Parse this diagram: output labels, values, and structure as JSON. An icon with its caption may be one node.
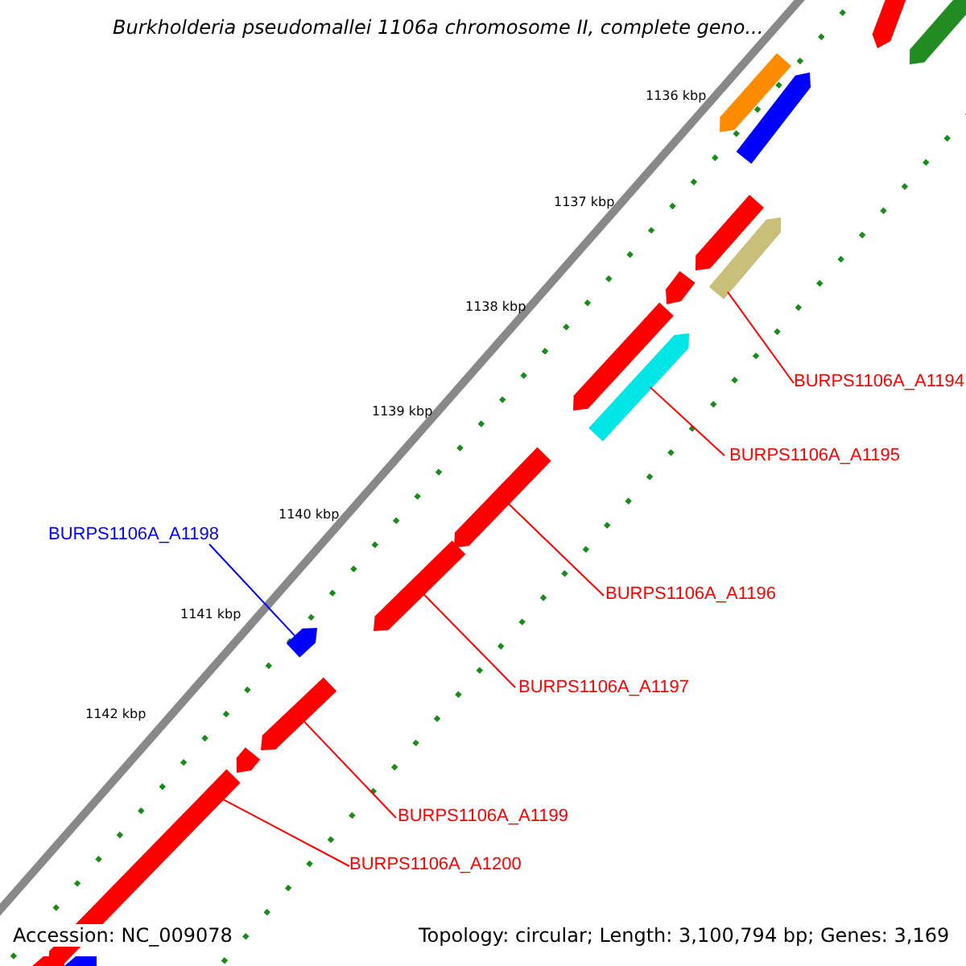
{
  "diagram": {
    "title": "Burkholderia pseudomallei 1106a chromosome II, complete geno...",
    "nodes": [
      {
        "text": [
          "BURPS1106A_A1194"
        ]
      },
      {
        "text": [
          "BURPS1106A_A1195"
        ]
      },
      {
        "text": [
          "BURPS1106A_A1196"
        ]
      },
      {
        "text": [
          "BURPS1106A_A1197"
        ]
      },
      {
        "text": [
          "BURPS1106A_A1198"
        ]
      },
      {
        "text": [
          "BURPS1106A_A1199"
        ]
      },
      {
        "text": [
          "BURPS1106A_A1200"
        ]
      },
      {
        "text": [],
        "shape": "arrow"
      },
      {
        "text": [],
        "shape": "arrow"
      },
      {
        "text": [],
        "shape": "arrow"
      },
      {
        "text": [],
        "shape": "arrow"
      },
      {
        "text": [],
        "shape": "arrow"
      },
      {
        "text": [],
        "shape": "arrow"
      },
      {
        "text": [],
        "shape": "arrow"
      }
    ],
    "edges": [
      {
        "from": 0,
        "to": 7,
        "arrow": "none"
      },
      {
        "from": 1,
        "to": 8,
        "arrow": "none"
      },
      {
        "from": 2,
        "to": 9,
        "arrow": "none"
      },
      {
        "from": 3,
        "to": 10,
        "arrow": "none"
      },
      {
        "from": 4,
        "to": 11,
        "arrow": "none",
        "color": "#0000ff"
      },
      {
        "from": 5,
        "to": 12,
        "arrow": "none"
      },
      {
        "from": 6,
        "to": 13,
        "arrow": "none"
      }
    ],
    "labels": [
      "1136 kbp",
      "1137 kbp",
      "1138 kbp",
      "1139 kbp",
      "1140 kbp",
      "1141 kbp",
      "1142 kbp",
      "Accession: NC_009078",
      "Topology: circular; Length: 3,100,794 bp; Genes: 3,169"
    ]
  }
}
